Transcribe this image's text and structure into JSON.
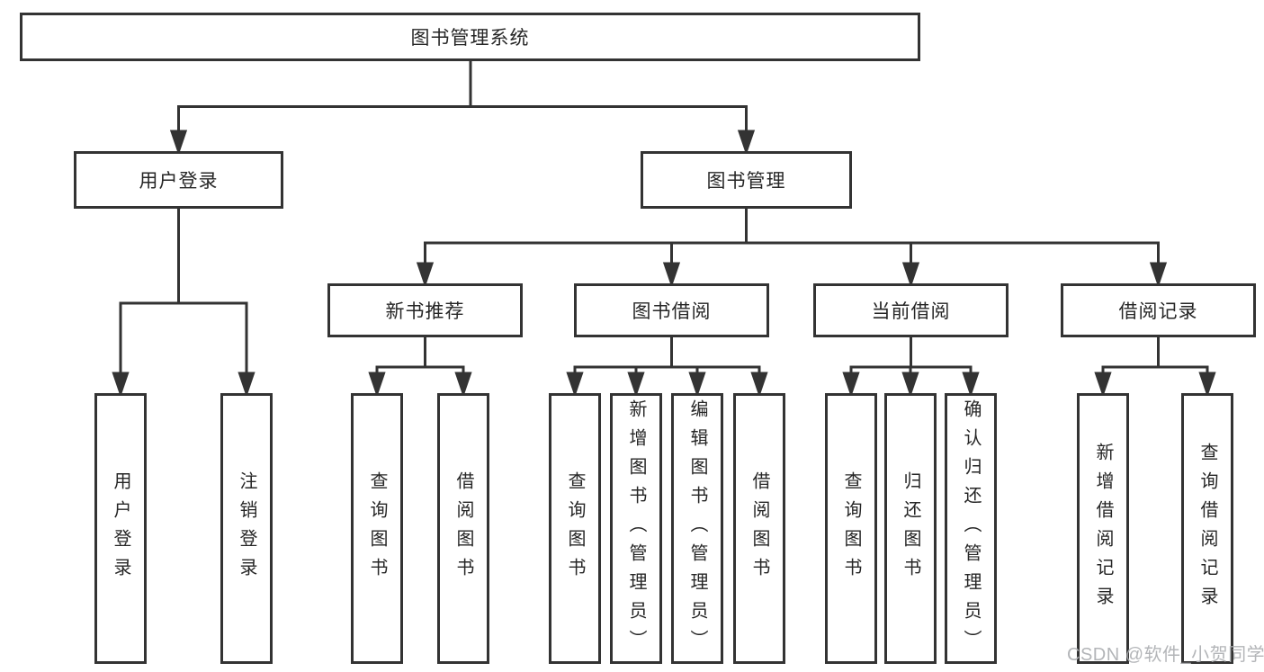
{
  "diagram": {
    "title": "图书管理系统",
    "colors": {
      "line": "#333333",
      "text": "#262626",
      "background": "#ffffff",
      "watermark": "#adafb2"
    },
    "root": {
      "label": "图书管理系统"
    },
    "level2": {
      "user_login": {
        "label": "用户登录"
      },
      "book_management": {
        "label": "图书管理"
      }
    },
    "level3": {
      "new_book_recommend": {
        "label": "新书推荐"
      },
      "book_borrow": {
        "label": "图书借阅"
      },
      "current_borrow": {
        "label": "当前借阅"
      },
      "borrow_records": {
        "label": "借阅记录"
      }
    },
    "leaves": {
      "user_login_action": {
        "label": "用户登录"
      },
      "logout_action": {
        "label": "注销登录"
      },
      "recommend_query_book": {
        "label": "查询图书"
      },
      "recommend_borrow_book": {
        "label": "借阅图书"
      },
      "borrow_query_book": {
        "label": "查询图书"
      },
      "borrow_add_book": {
        "label": "新增图书（管理员）"
      },
      "borrow_edit_book": {
        "label": "编辑图书（管理员）"
      },
      "borrow_borrow_book": {
        "label": "借阅图书"
      },
      "current_query_book": {
        "label": "查询图书"
      },
      "current_return_book": {
        "label": "归还图书"
      },
      "current_confirm_return": {
        "label": "确认归还（管理员）"
      },
      "records_add_record": {
        "label": "新增借阅记录"
      },
      "records_query_record": {
        "label": "查询借阅记录"
      }
    },
    "hierarchy": {
      "图书管理系统": {
        "用户登录": [
          "用户登录",
          "注销登录"
        ],
        "图书管理": {
          "新书推荐": [
            "查询图书",
            "借阅图书"
          ],
          "图书借阅": [
            "查询图书",
            "新增图书（管理员）",
            "编辑图书（管理员）",
            "借阅图书"
          ],
          "当前借阅": [
            "查询图书",
            "归还图书",
            "确认归还（管理员）"
          ],
          "借阅记录": [
            "新增借阅记录",
            "查询借阅记录"
          ]
        }
      }
    },
    "watermark": "CSDN @软件_小贺同学"
  }
}
